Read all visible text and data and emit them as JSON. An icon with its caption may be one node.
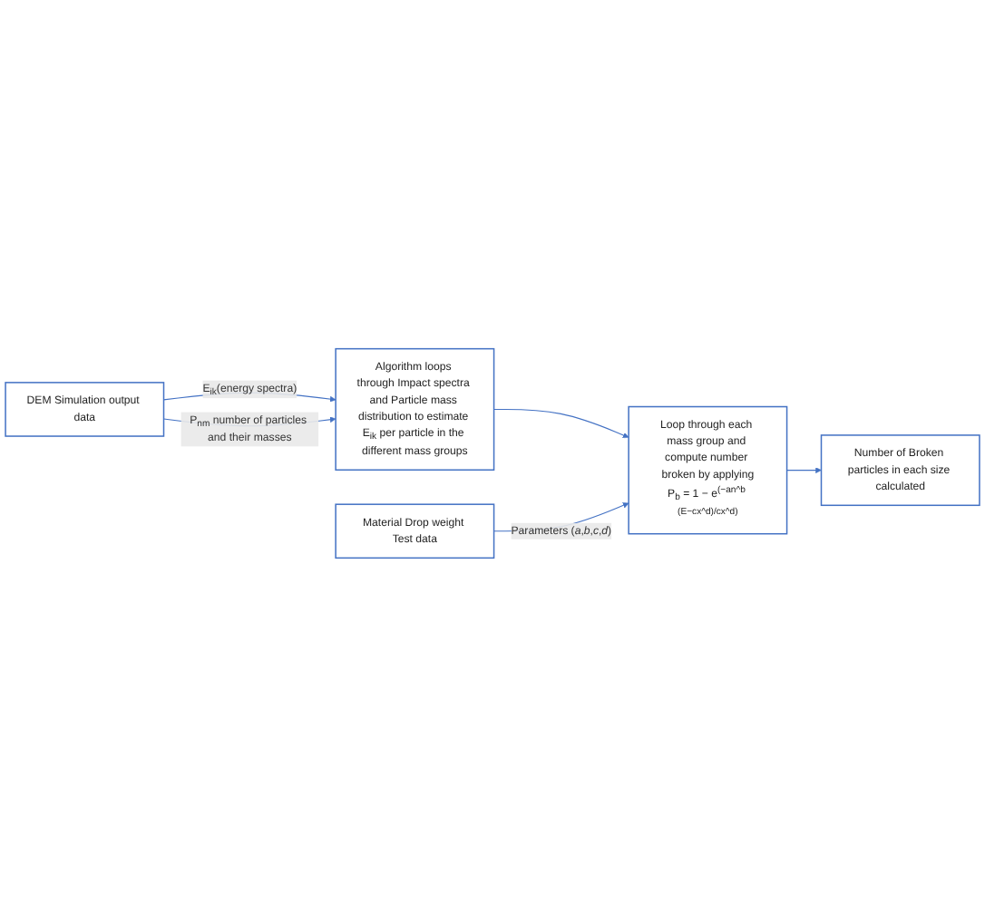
{
  "diagram": {
    "nodes": [
      {
        "text": [
          "DEM Simulation output data"
        ]
      },
      {
        "text": [
          "Algorithm loops through Impact spectra and Particle mass distribution to estimate E$_{ik}$ per particle in the different mass groups"
        ]
      },
      {
        "text": [
          "Material Drop weight Test data"
        ]
      },
      {
        "text": [
          "Loop through each mass group and compute number broken by applying",
          "P$_{b}$ = 1 − e$^{(−an^b (E−cx^d)/cx^d)}$"
        ]
      },
      {
        "text": [
          "Number of Broken particles in each size calculated"
        ]
      }
    ],
    "edges": [
      {
        "from": 0,
        "to": 1,
        "arrow": "to",
        "label": "E$_{ik}$(energy spectra)"
      },
      {
        "from": 0,
        "to": 1,
        "arrow": "to",
        "label": "P$_{nm}$ number of particles and their masses"
      },
      {
        "from": 1,
        "to": 3,
        "arrow": "to"
      },
      {
        "from": 2,
        "to": 3,
        "arrow": "to",
        "label": "Parameters (*a*,*b*,*c*,*d*)"
      },
      {
        "from": 3,
        "to": 4,
        "arrow": "to"
      }
    ]
  }
}
